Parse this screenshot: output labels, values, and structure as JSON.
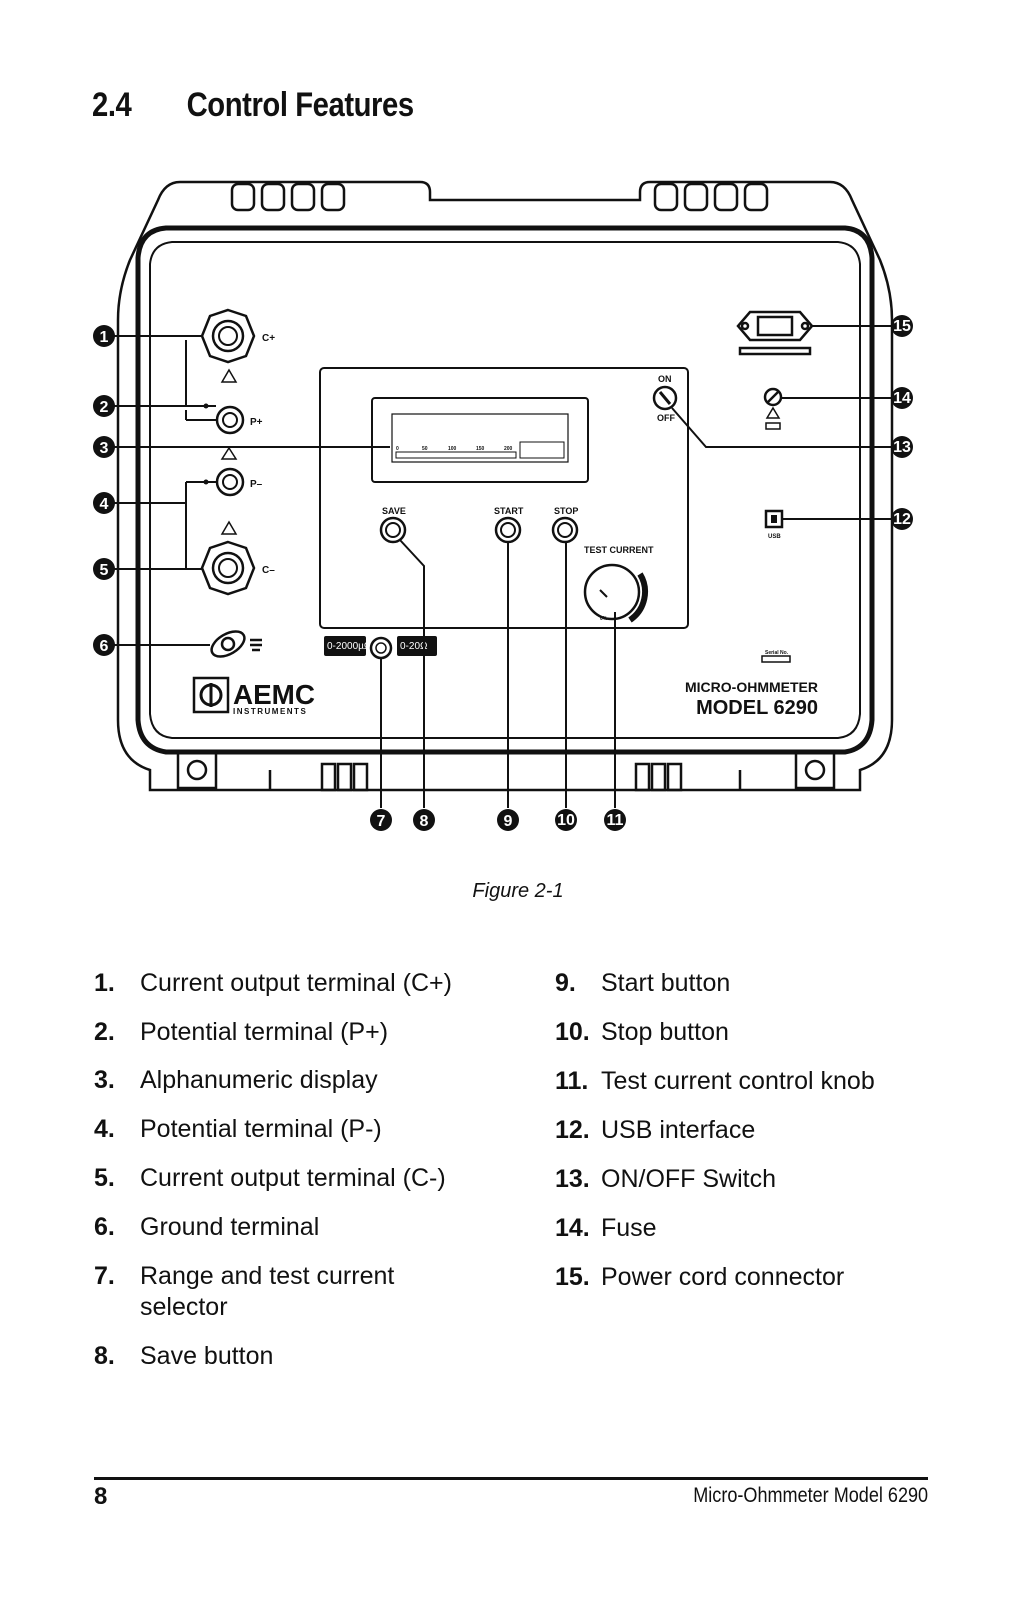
{
  "section": {
    "number": "2.4",
    "title": "Control Features"
  },
  "figure": {
    "caption": "Figure 2-1",
    "panel": {
      "labels": {
        "c_plus": "C+",
        "p_plus": "P+",
        "p_minus": "P–",
        "c_minus": "C–",
        "on": "ON",
        "off": "OFF",
        "save": "SAVE",
        "start": "START",
        "stop": "STOP",
        "test_current": "TEST CURRENT",
        "usb": "USB",
        "serial": "Serial No.",
        "range_left": "0-2000µΩ",
        "range_right": "0-20Ω",
        "brand": "AEMC",
        "brand_sub": "INSTRUMENTS",
        "model_line1": "MICRO-OHMMETER",
        "model_line2": "MODEL 6290",
        "scale_ticks": [
          "0",
          "50",
          "100",
          "150",
          "200"
        ],
        "knob_zero": "0%"
      },
      "callouts": [
        "1",
        "2",
        "3",
        "4",
        "5",
        "6",
        "7",
        "8",
        "9",
        "10",
        "11",
        "12",
        "13",
        "14",
        "15"
      ]
    }
  },
  "legend_left": [
    {
      "num": "1.",
      "text": "Current output terminal (C+)"
    },
    {
      "num": "2.",
      "text": "Potential terminal (P+)"
    },
    {
      "num": "3.",
      "text": "Alphanumeric display"
    },
    {
      "num": "4.",
      "text": "Potential terminal (P-)"
    },
    {
      "num": "5.",
      "text": "Current output terminal (C-)"
    },
    {
      "num": "6.",
      "text": "Ground terminal"
    },
    {
      "num": "7.",
      "text": "Range and test current selector"
    },
    {
      "num": "8.",
      "text": "Save button"
    }
  ],
  "legend_right": [
    {
      "num": "9.",
      "text": "Start button"
    },
    {
      "num": "10.",
      "text": "Stop button"
    },
    {
      "num": "11.",
      "text": "Test current control knob"
    },
    {
      "num": "12.",
      "text": "USB interface"
    },
    {
      "num": "13.",
      "text": "ON/OFF Switch"
    },
    {
      "num": "14.",
      "text": "Fuse"
    },
    {
      "num": "15.",
      "text": "Power cord connector"
    }
  ],
  "footer": {
    "page_number": "8",
    "running_title": "Micro-Ohmmeter Model 6290"
  }
}
